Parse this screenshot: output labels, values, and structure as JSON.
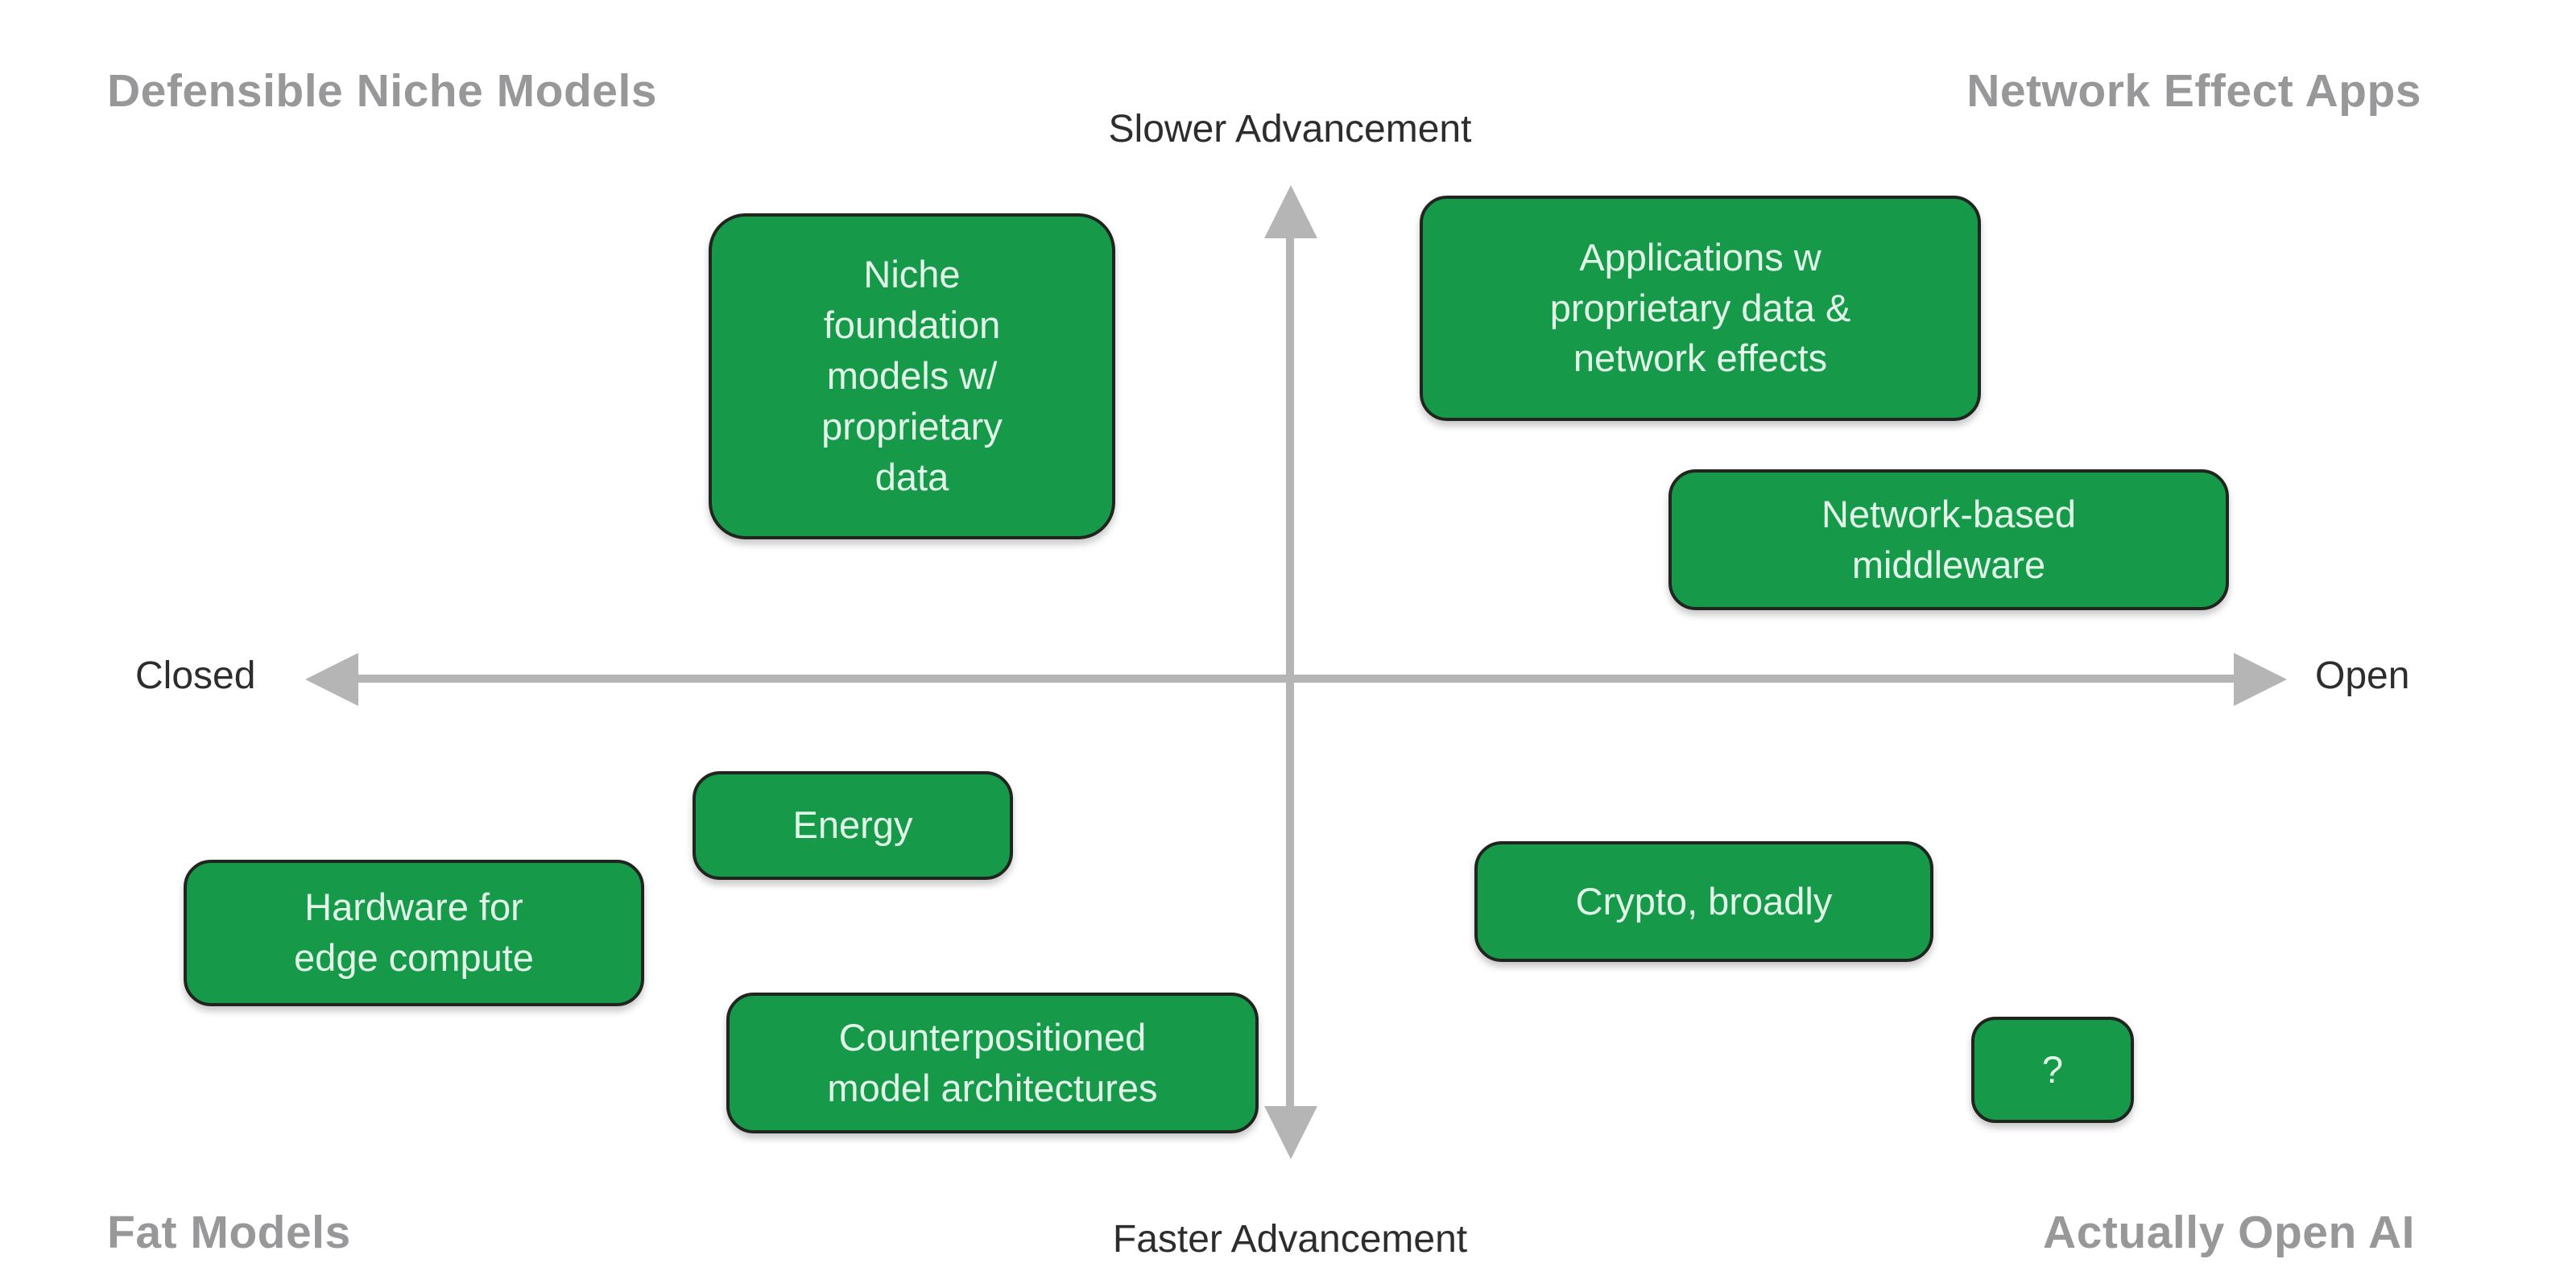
{
  "diagram": {
    "type": "quadrant-matrix",
    "background": "#ffffff",
    "colors": {
      "box_fill": "#169a4a",
      "box_border": "#20251f",
      "box_text": "#e1f6e8",
      "corner_label": "#98989a",
      "axis_line": "#b5b5b5",
      "axis_label": "#2d2d2d"
    },
    "corner_labels": {
      "top_left": "Defensible Niche Models",
      "top_right": "Network Effect Apps",
      "bottom_left": "Fat Models",
      "bottom_right": "Actually Open AI"
    },
    "axes": {
      "vertical": {
        "top_label": "Slower Advancement",
        "bottom_label": "Faster Advancement"
      },
      "horizontal": {
        "left_label": "Closed",
        "right_label": "Open"
      }
    },
    "boxes": [
      {
        "id": "niche-foundation",
        "quadrant": "top-left",
        "label": "Niche\nfoundation\nmodels w/\nproprietary\ndata"
      },
      {
        "id": "applications",
        "quadrant": "top-right",
        "label": "Applications w\nproprietary data &\nnetwork effects"
      },
      {
        "id": "network-middleware",
        "quadrant": "top-right",
        "label": "Network-based\nmiddleware"
      },
      {
        "id": "energy",
        "quadrant": "bottom-left",
        "label": "Energy"
      },
      {
        "id": "hardware-edge",
        "quadrant": "bottom-left",
        "label": "Hardware for\nedge compute"
      },
      {
        "id": "counterpositioned",
        "quadrant": "bottom-left",
        "label": "Counterpositioned\nmodel architectures"
      },
      {
        "id": "crypto",
        "quadrant": "bottom-right",
        "label": "Crypto, broadly"
      },
      {
        "id": "question-mark",
        "quadrant": "bottom-right",
        "label": "?"
      }
    ]
  }
}
